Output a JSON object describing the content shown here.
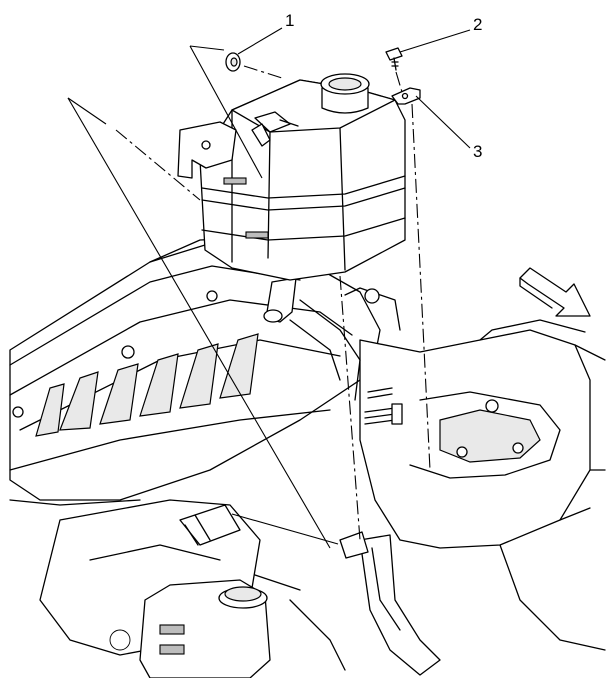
{
  "diagram": {
    "callouts": [
      {
        "label": "1",
        "part": "grommet"
      },
      {
        "label": "2",
        "part": "bolt"
      },
      {
        "label": "3",
        "part": "reservoir-bracket"
      }
    ]
  }
}
